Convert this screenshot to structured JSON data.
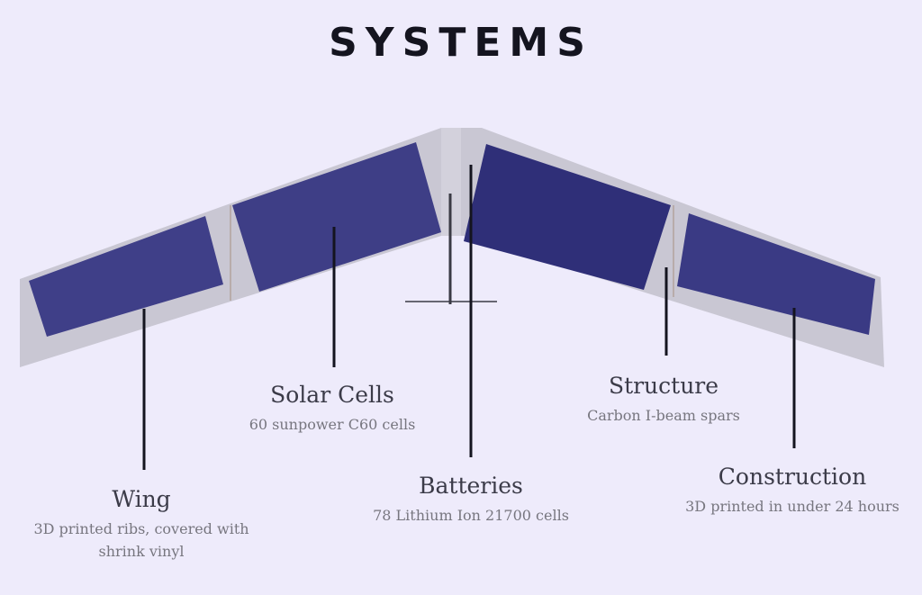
{
  "title": "SYSTEMS",
  "labels": {
    "wing": {
      "heading": "Wing",
      "line1": "3D printed ribs, covered with",
      "line2": "shrink vinyl"
    },
    "solar": {
      "heading": "Solar Cells",
      "line1": "60 sunpower C60 cells"
    },
    "batteries": {
      "heading": "Batteries",
      "line1": "78 Lithium Ion 21700 cells"
    },
    "structure": {
      "heading": "Structure",
      "line1": "Carbon I-beam spars"
    },
    "construction": {
      "heading": "Construction",
      "line1": "3D printed in under 24 hours"
    }
  },
  "colors": {
    "background": "#eeebfb",
    "wing": "#c9c7d3",
    "solar_panel": "#3e3e86",
    "leader": "#14141f"
  }
}
